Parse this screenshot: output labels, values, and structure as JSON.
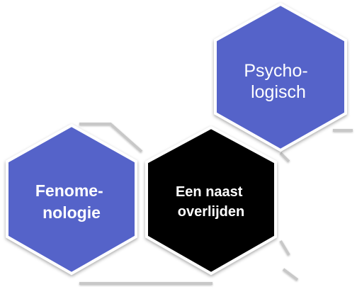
{
  "hexagons": [
    {
      "id": "psychologisch",
      "lines": [
        "Psycho-",
        "logisch"
      ],
      "fill": "#5563c9",
      "text_color": "#ffffff",
      "bold": false
    },
    {
      "id": "fenomenologie",
      "lines": [
        "Fenome-",
        "nologie"
      ],
      "fill": "#5563c9",
      "text_color": "#ffffff",
      "bold": true
    },
    {
      "id": "een-naast-overlijden",
      "lines": [
        "Een naast",
        "overlijden"
      ],
      "fill": "#000000",
      "text_color": "#ffffff",
      "bold": true
    }
  ],
  "colors": {
    "hex_stroke": "#ffffff",
    "connector": "#c8c8c8",
    "background": "#ffffff"
  }
}
